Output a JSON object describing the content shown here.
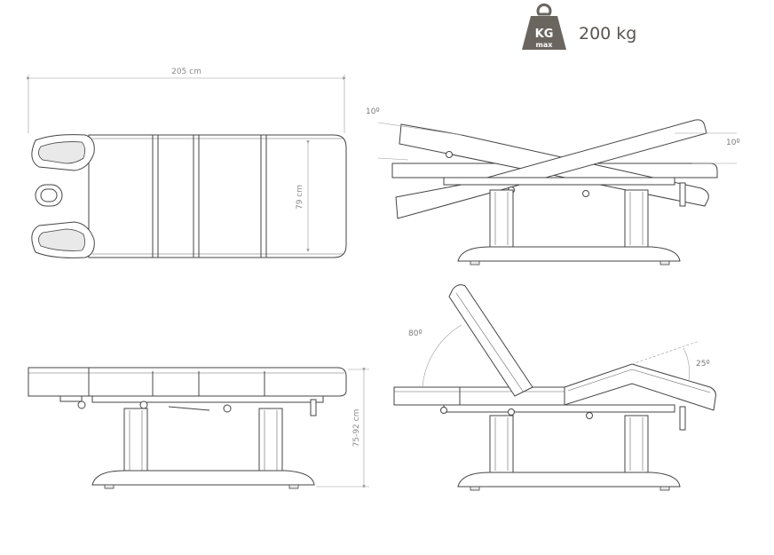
{
  "weight_badge": {
    "icon": "weight-kg-icon",
    "unit_label": "KG",
    "max_label": "max",
    "capacity": "200 kg",
    "icon_color": "#6b6560"
  },
  "top_view": {
    "length_label": "205 cm",
    "width_label": "79 cm"
  },
  "side_view": {
    "height_label": "75-92 cm"
  },
  "tilt_view": {
    "angle_left": "10º",
    "angle_right": "10º"
  },
  "backrest_view": {
    "back_angle": "80º",
    "leg_angle": "25º"
  },
  "colors": {
    "line": "#444444",
    "dimension": "#9a9a9a"
  }
}
